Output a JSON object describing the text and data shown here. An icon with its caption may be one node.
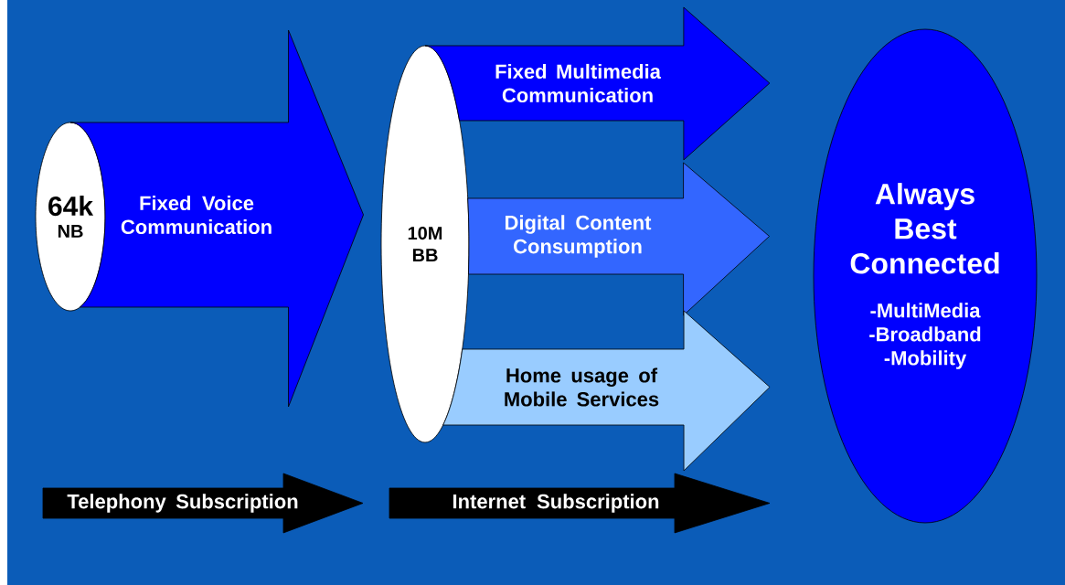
{
  "diagram": {
    "nodes": [
      {
        "text": [
          "64k",
          "NB"
        ]
      },
      {
        "text": [
          "10M BB"
        ]
      },
      {
        "text": [
          "Always Best Connected",
          "-MultiMedia",
          "-Broadband",
          "-Mobility"
        ]
      },
      {
        "text": [
          "Telephony Subscription"
        ]
      },
      {
        "text": [
          "Internet Subscription"
        ]
      }
    ],
    "edges": [
      {
        "from": 0,
        "to": 1,
        "arrow": "to",
        "label": "Fixed Voice Communication"
      },
      {
        "from": 1,
        "to": 2,
        "arrow": "to",
        "label": "Fixed Multimedia Communication"
      },
      {
        "from": 1,
        "to": 2,
        "arrow": "to",
        "label": "Digital Content Consumption",
        "color": "#3366ff"
      },
      {
        "from": 1,
        "to": 2,
        "arrow": "to",
        "label": "Home usage of Mobile Services",
        "color": "#99ccff"
      }
    ]
  }
}
